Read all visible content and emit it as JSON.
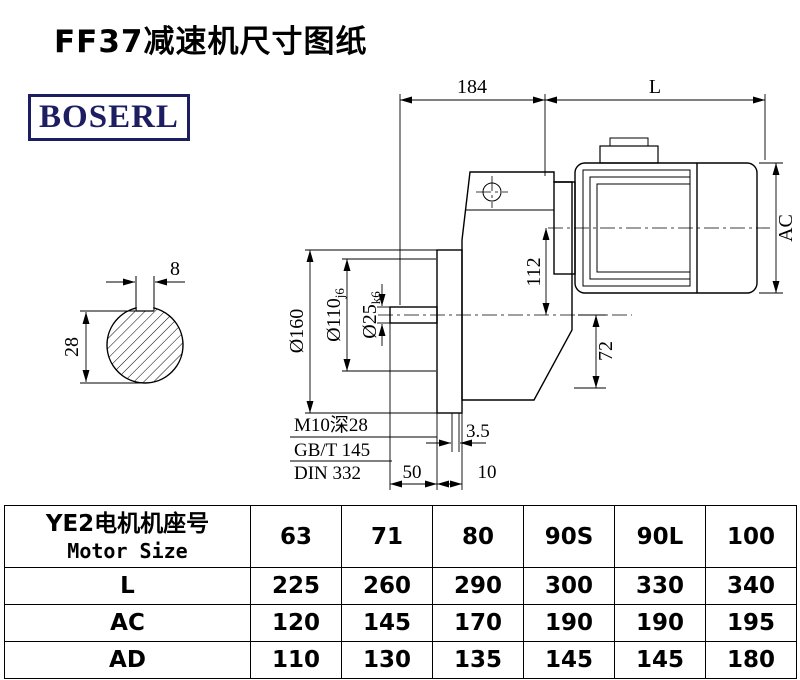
{
  "page": {
    "title": "FF37减速机尺寸图纸"
  },
  "logo": {
    "text": "BOSERL"
  },
  "drawing": {
    "dim_184": "184",
    "dim_L": "L",
    "dim_AC": "AC",
    "dim_112": "112",
    "dim_72": "72",
    "dim_d160": "Ø160",
    "dim_d110": "Ø110",
    "dim_d110_tol": "j6",
    "dim_d25": "Ø25",
    "dim_d25_tol": "k6",
    "dim_8": "8",
    "dim_28": "28",
    "note_m10": "M10深28",
    "note_gbt": "GB/T 145",
    "note_din": "DIN 332",
    "dim_35": "3.5",
    "dim_50": "50",
    "dim_10": "10"
  },
  "table": {
    "header_cn": "YE2电机机座号",
    "header_en": "Motor Size",
    "sizes": [
      "63",
      "71",
      "80",
      "90S",
      "90L",
      "100"
    ],
    "rows": [
      {
        "label": "L",
        "values": [
          "225",
          "260",
          "290",
          "300",
          "330",
          "340"
        ]
      },
      {
        "label": "AC",
        "values": [
          "120",
          "145",
          "170",
          "190",
          "190",
          "195"
        ]
      },
      {
        "label": "AD",
        "values": [
          "110",
          "130",
          "135",
          "145",
          "145",
          "180"
        ]
      }
    ]
  }
}
